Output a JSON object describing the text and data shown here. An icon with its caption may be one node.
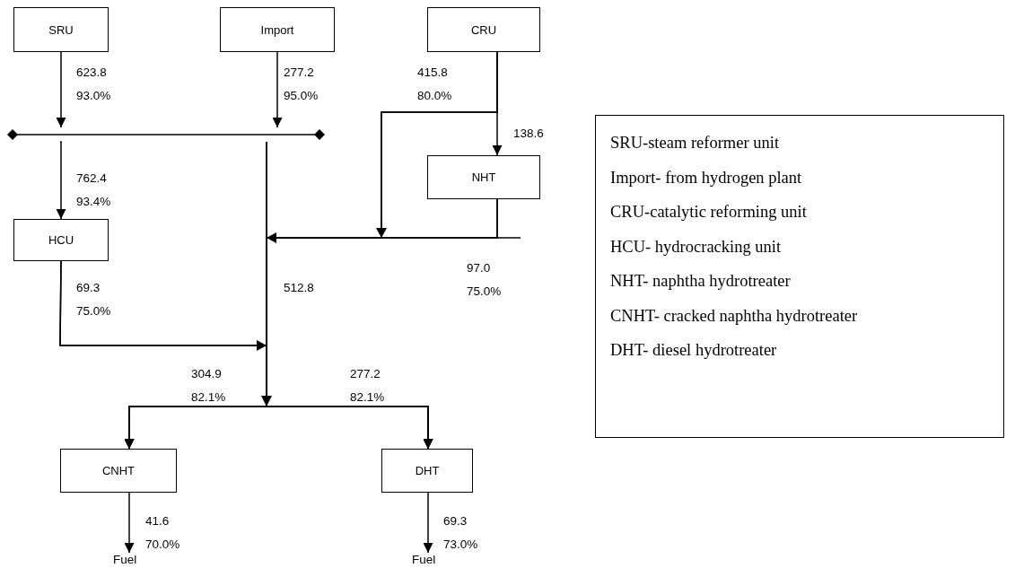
{
  "diagram": {
    "nodes": [
      {
        "text": [
          "SRU"
        ]
      },
      {
        "text": [
          "Import"
        ]
      },
      {
        "text": [
          "CRU"
        ]
      },
      {
        "text": [],
        "shape": "bar"
      },
      {
        "text": [
          "NHT"
        ]
      },
      {
        "text": [
          "HCU"
        ]
      },
      {
        "text": [
          "CNHT"
        ]
      },
      {
        "text": [
          "DHT"
        ]
      },
      {
        "text": [
          "Fuel"
        ]
      },
      {
        "text": [
          "Fuel"
        ]
      },
      {
        "text": [
          "SRU-steam reformer unit",
          "Import- from hydrogen plant",
          "CRU-catalytic reforming unit",
          "HCU- hydrocracking unit",
          "NHT- naphtha hydrotreater",
          "CNHT- cracked naphtha hydrotreater",
          "DHT- diesel hydrotreater"
        ]
      }
    ],
    "edges": [
      {
        "from": 0,
        "to": 3,
        "arrow": "to",
        "label": "623.8 93.0%"
      },
      {
        "from": 1,
        "to": 3,
        "arrow": "to",
        "label": "277.2 95.0%"
      },
      {
        "from": 3,
        "to": 5,
        "arrow": "to",
        "label": "762.4 93.4%"
      },
      {
        "from": 3,
        "to": 6,
        "arrow": "to"
      },
      {
        "from": 3,
        "to": 7,
        "arrow": "to"
      },
      {
        "from": 2,
        "to": 4,
        "arrow": "to",
        "label": "138.6"
      },
      {
        "from": 2,
        "to": 6,
        "arrow": "to"
      },
      {
        "from": 2,
        "to": 7,
        "arrow": "to"
      },
      {
        "from": 4,
        "to": 6,
        "arrow": "to"
      },
      {
        "from": 4,
        "to": 7,
        "arrow": "to"
      },
      {
        "from": 5,
        "to": 6,
        "arrow": "to"
      },
      {
        "from": 5,
        "to": 7,
        "arrow": "to"
      },
      {
        "from": 6,
        "to": 8,
        "arrow": "to",
        "label": "41.6 70.0%"
      },
      {
        "from": 7,
        "to": 9,
        "arrow": "to",
        "label": "69.3 73.0%"
      }
    ],
    "labels": [
      "415.8 80.0%",
      "97.0 75.0%",
      "69.3 75.0%",
      "512.8",
      "304.9 82.1%",
      "277.2 82.1%"
    ]
  }
}
